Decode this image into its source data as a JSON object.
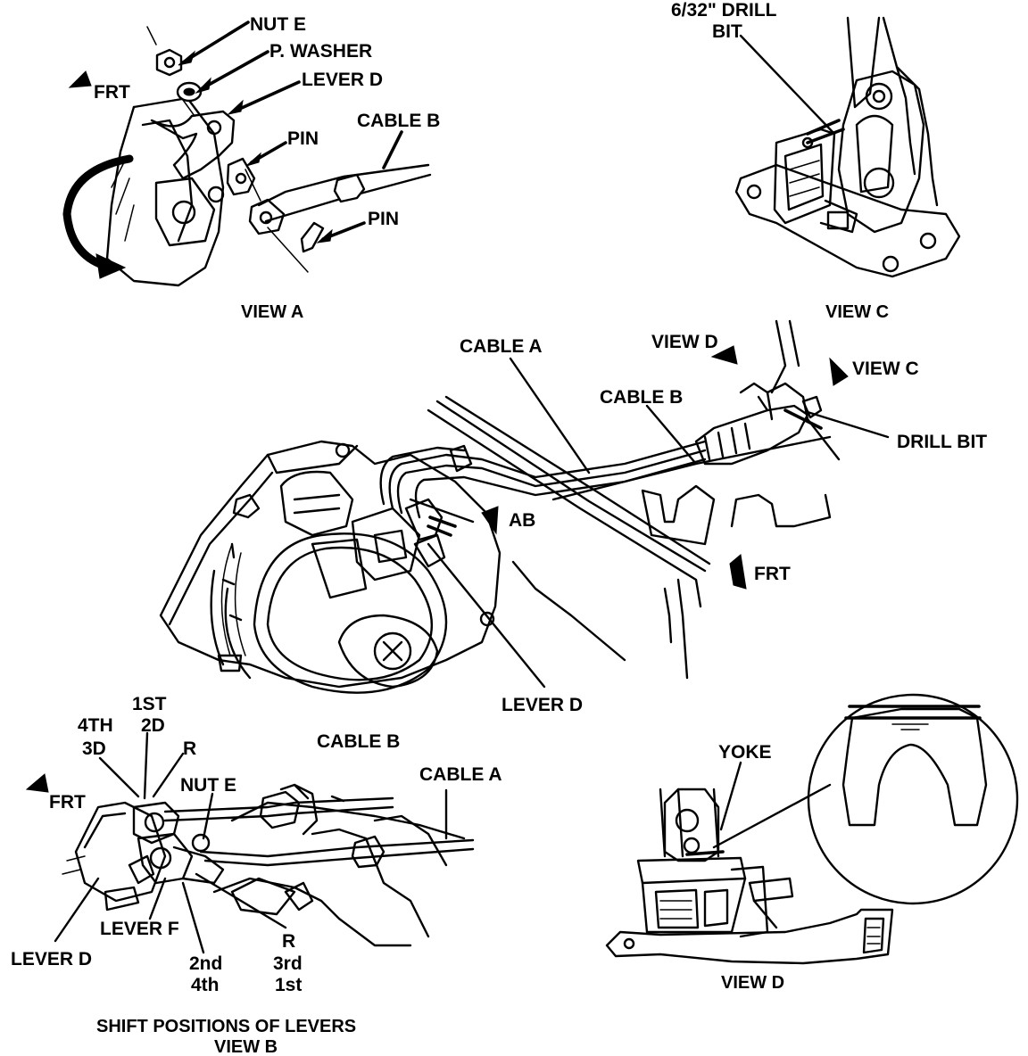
{
  "labels": {
    "nut_e": "NUT E",
    "p_washer": "P. WASHER",
    "lever_d": "LEVER D",
    "pin": "PIN",
    "cable_b": "CABLE B",
    "cable_a": "CABLE A",
    "frt": "FRT",
    "drill_bit_size_line1": "6/32\" DRILL",
    "drill_bit_size_line2": "BIT",
    "drill_bit": "DRILL BIT",
    "view_d": "VIEW D",
    "view_c": "VIEW C",
    "ab": "AB",
    "yoke": "YOKE",
    "lever_f": "LEVER F",
    "pos_4th": "4TH",
    "pos_3d": "3D",
    "pos_1st": "1ST",
    "pos_2d": "2D",
    "pos_r": "R",
    "pos_2nd": "2nd",
    "pos_4th_lower": "4th",
    "pos_3rd": "3rd",
    "pos_1st_lower": "1st"
  },
  "captions": {
    "view_a": "VIEW A",
    "view_c": "VIEW C",
    "view_d": "VIEW D",
    "view_b_line1": "SHIFT POSITIONS OF LEVERS",
    "view_b_line2": "VIEW B"
  },
  "colors": {
    "ink": "#000000",
    "paper": "#ffffff"
  }
}
